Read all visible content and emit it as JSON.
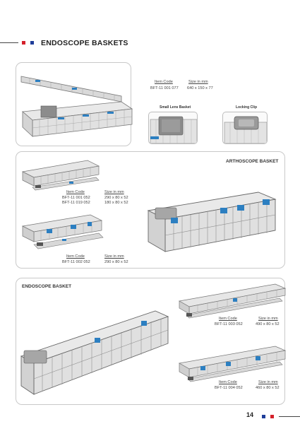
{
  "header": {
    "title": "ENDOSCOPE BASKETS",
    "accent_red": "#d4202a",
    "accent_blue": "#1f3d99"
  },
  "section1": {
    "headers": {
      "code": "Item Code",
      "size": "Size in mm"
    },
    "rows": [
      {
        "code": "BFT-11 001 077",
        "size": "640 x 150 x 77"
      }
    ],
    "thumb1_label": "Small Lens Basket",
    "thumb2_label": "Locking Clip"
  },
  "section2": {
    "title": "ARTHOSCOPE BASKET",
    "spec1": {
      "headers": {
        "code": "Item Code",
        "size": "Size in mm"
      },
      "rows": [
        {
          "code": "BFT-11 001 052",
          "size": "290 x 80 x 52"
        },
        {
          "code": "BFT-11 019 052",
          "size": "180 x 80 x 52"
        }
      ]
    },
    "spec2": {
      "headers": {
        "code": "Item Code",
        "size": "Size in mm"
      },
      "rows": [
        {
          "code": "BFT-11 002 052",
          "size": "290 x 80 x 52"
        }
      ]
    }
  },
  "section3": {
    "title": "ENDOSCOPE BASKET",
    "spec1": {
      "headers": {
        "code": "Item Code",
        "size": "Size in mm"
      },
      "rows": [
        {
          "code": "BFT-11 003 052",
          "size": "490 x 80 x 52"
        }
      ]
    },
    "spec2": {
      "headers": {
        "code": "Item Code",
        "size": "Size in mm"
      },
      "rows": [
        {
          "code": "BFT-11 004 052",
          "size": "460 x 80 x 52"
        }
      ]
    }
  },
  "footer": {
    "page_number": "14"
  }
}
